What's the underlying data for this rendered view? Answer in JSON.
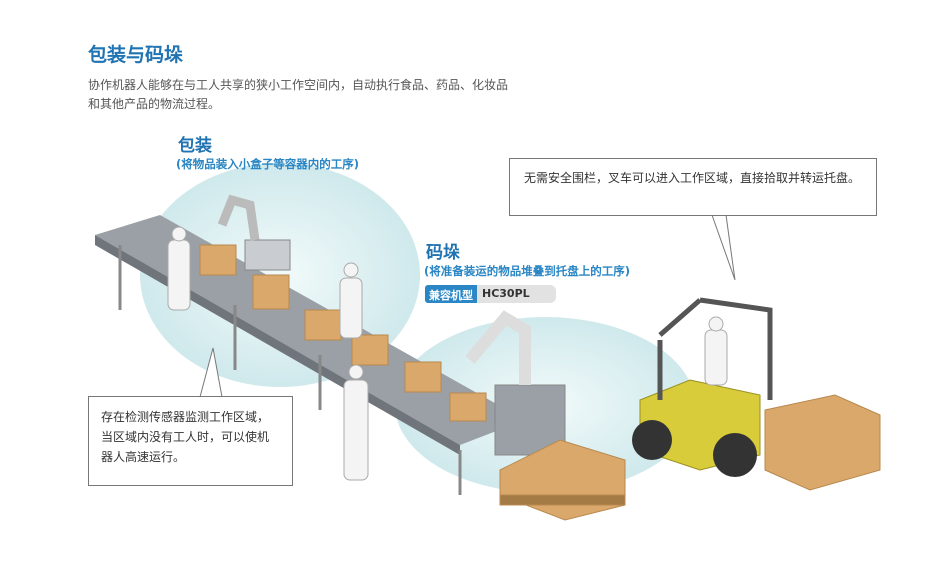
{
  "title": "包装与码垛",
  "intro": "协作机器人能够在与工人共享的狭小工作空间内，自动执行食品、药品、化妆品和其他产品的物流过程。",
  "packing": {
    "title": "包装",
    "subtitle": "(将物品装入小盒子等容器内的工序)"
  },
  "palletizing": {
    "title": "码垛",
    "subtitle": "(将准备装运的物品堆叠到托盘上的工序)",
    "model_label": "兼容机型",
    "model_value": "HC30PL"
  },
  "callouts": {
    "left": "存在检测传感器监测工作区域，当区域内没有工人时，可以使机器人高速运行。",
    "right": "无需安全围栏，叉车可以进入工作区域，直接拾取并转运托盘。"
  },
  "colors": {
    "accent": "#1f73b3",
    "zone": "#d6eef0",
    "box": "#d9a86a",
    "forklift": "#d8cc3a"
  }
}
